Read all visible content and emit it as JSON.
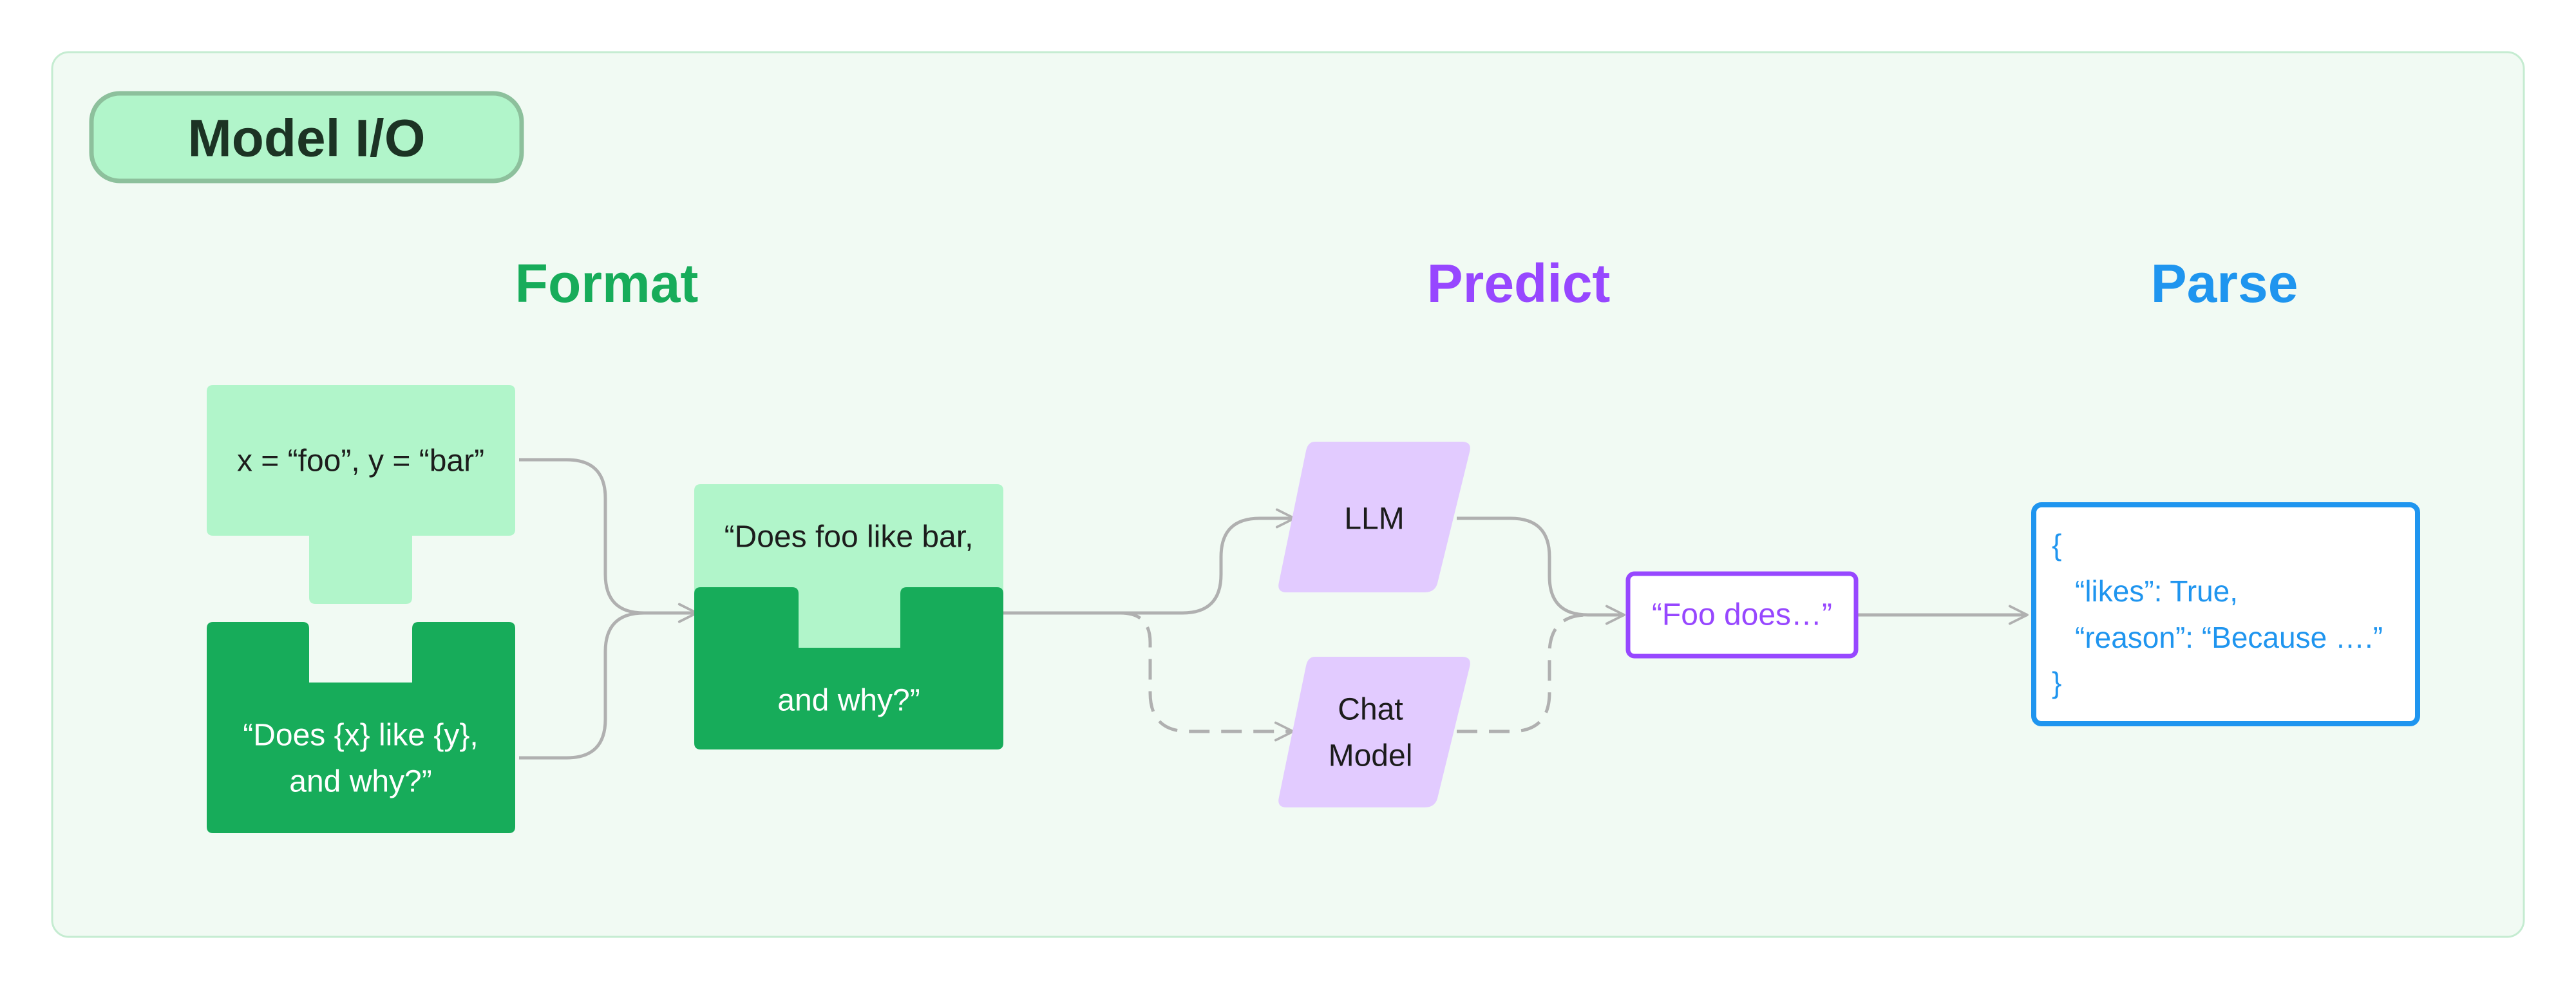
{
  "panel_title": "Model I/O",
  "sections": {
    "format": "Format",
    "predict": "Predict",
    "parse": "Parse"
  },
  "format": {
    "variables": "x = “foo”, y = “bar”",
    "template_lines": [
      "“Does {x} like {y},",
      "and why?”"
    ],
    "prompt_top": "“Does foo like bar,",
    "prompt_bottom": "and why?”"
  },
  "predict": {
    "llm": "LLM",
    "chat_model_lines": [
      "Chat",
      "Model"
    ],
    "output": "“Foo does…”"
  },
  "parse": {
    "lines": [
      "{",
      "“likes”: True,",
      "“reason”: “Because ….”",
      "}"
    ]
  },
  "colors": {
    "panel_bg": "#f1faf3",
    "panel_border": "#c5ecd1",
    "title_pill_bg": "#b1f5ca",
    "title_pill_border": "#8dc09c",
    "title_text": "#1c3324",
    "format": "#17ac5a",
    "format_light": "#b1f5ca",
    "predict": "#9747ff",
    "predict_light": "#e2cbff",
    "parse": "#1f95ef",
    "connector": "#b0b0b0"
  }
}
